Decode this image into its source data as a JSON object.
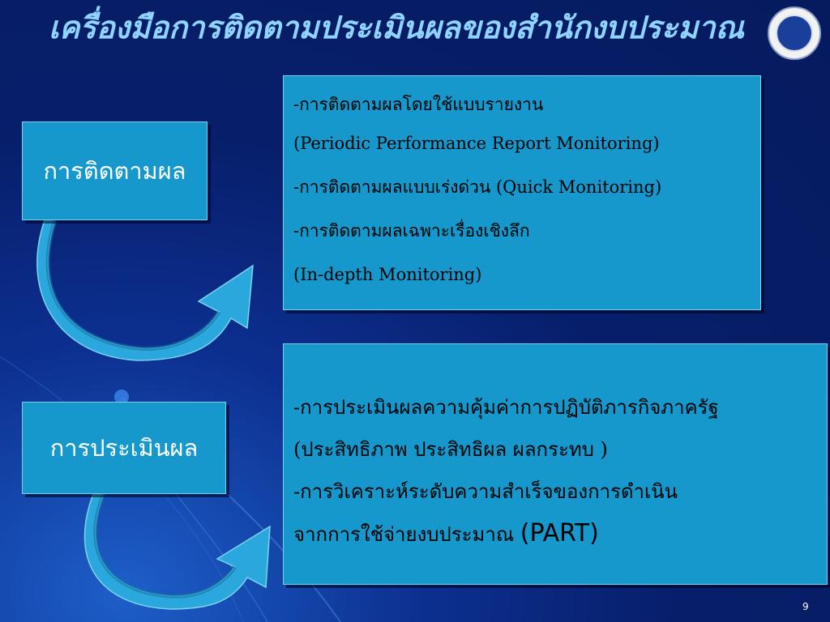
{
  "slide": {
    "title": "เครื่องมือการติดตามประเมินผลของสำนักงบประมาณ",
    "page_number": "9"
  },
  "monitoring": {
    "label": "การติดตามผล",
    "items": [
      "-การติดตามผลโดยใช้แบบรายงาน",
      "(Periodic Performance Report Monitoring)",
      "-การติดตามผลแบบเร่งด่วน (Quick Monitoring)",
      "-การติดตามผลเฉพาะเรื่องเชิงลึก",
      "(In-depth Monitoring)"
    ]
  },
  "evaluation": {
    "label": "การประเมินผล",
    "items": [
      "-การประเมินผลความคุ้มค่าการปฏิบัติภารกิจภาครัฐ",
      "(ประสิทธิภาพ  ประสิทธิผล ผลกระทบ )",
      "-การวิเคราะห์ระดับความสำเร็จของการดำเนิน",
      "จากการใช้จ่ายงบประมาณ"
    ],
    "part_label": "(PART)"
  },
  "colors": {
    "background": "#071f6b",
    "title": "#8fd3ff",
    "box": "#1698cc",
    "arrow": "#2aa7dc"
  }
}
